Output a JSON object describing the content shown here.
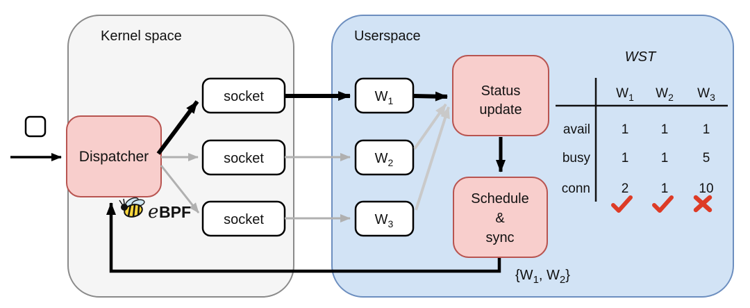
{
  "diagram": {
    "kernel_space": {
      "label": "Kernel space"
    },
    "userspace": {
      "label": "Userspace"
    },
    "dispatcher": {
      "label": "Dispatcher"
    },
    "ebpf_logo": {
      "e": "e",
      "bpf": "BPF",
      "icon": "bee-icon"
    },
    "sockets": [
      {
        "label": "socket"
      },
      {
        "label": "socket"
      },
      {
        "label": "socket"
      }
    ],
    "workers": [
      {
        "base": "W",
        "sub": "1"
      },
      {
        "base": "W",
        "sub": "2"
      },
      {
        "base": "W",
        "sub": "3"
      }
    ],
    "status_update": {
      "line1": "Status",
      "line2": "update"
    },
    "schedule_sync": {
      "line1": "Schedule",
      "line2": "&",
      "line3": "sync"
    },
    "output_set": {
      "p1": "{W",
      "s1": "1",
      "p2": ", W",
      "s2": "2",
      "p3": "}"
    }
  },
  "table": {
    "title": "WST",
    "columns": [
      {
        "base": "W",
        "sub": "1"
      },
      {
        "base": "W",
        "sub": "2"
      },
      {
        "base": "W",
        "sub": "3"
      }
    ],
    "rows": [
      {
        "label": "avail",
        "values": [
          "1",
          "1",
          "1"
        ]
      },
      {
        "label": "busy",
        "values": [
          "1",
          "1",
          "5"
        ]
      },
      {
        "label": "conn",
        "values": [
          "2",
          "1",
          "10"
        ]
      }
    ],
    "verdicts": [
      "pass",
      "pass",
      "fail"
    ]
  },
  "colors": {
    "kernel_fill": "#f5f5f5",
    "kernel_border": "#8a8a8a",
    "userspace_fill": "#d2e3f5",
    "userspace_border": "#6c8ebf",
    "node_fill": "#f8cecc",
    "node_border": "#b85450",
    "arrow_black": "#000000",
    "arrow_gray": "#b0b0b0",
    "arrow_light_gray": "#c9c9c9",
    "mark_red": "#dd3b26"
  }
}
